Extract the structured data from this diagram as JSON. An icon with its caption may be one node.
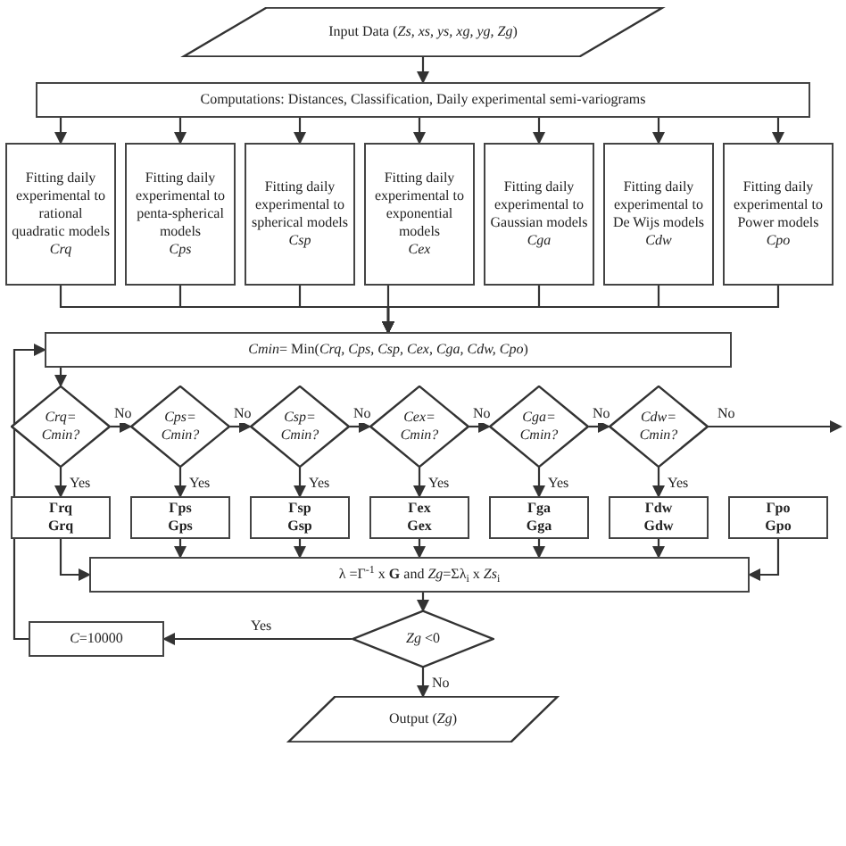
{
  "diagram": {
    "nodes": [
      {
        "text": [
          "Input Data (*Zs, xs, ys, xg, yg, Zg*)"
        ]
      },
      {
        "text": [
          "Computations: Distances, Classification, Daily experimental semi-variograms"
        ]
      },
      {
        "text": [
          "Fitting daily experimental to rational quadratic models",
          "Crq"
        ]
      },
      {
        "text": [
          "Fitting daily experimental to penta-spherical models",
          "Cps"
        ]
      },
      {
        "text": [
          "Fitting daily experimental to spherical models",
          "Csp"
        ]
      },
      {
        "text": [
          "Fitting daily experimental to exponential models",
          "Cex"
        ]
      },
      {
        "text": [
          "Fitting daily experimental to Gaussian models",
          "Cga"
        ]
      },
      {
        "text": [
          "Fitting daily experimental to De Wijs models",
          "Cdw"
        ]
      },
      {
        "text": [
          "Fitting daily experimental to Power models",
          "Cpo"
        ]
      },
      {
        "text": [
          "*Cmin*= Min(*Crq, Cps, Csp, Cex, Cga, Cdw, Cpo*)"
        ]
      },
      {
        "text": [
          "Crq= Cmin?"
        ]
      },
      {
        "text": [
          "Cps= Cmin?"
        ]
      },
      {
        "text": [
          "Csp= Cmin?"
        ]
      },
      {
        "text": [
          "Cex= Cmin?"
        ]
      },
      {
        "text": [
          "Cga= Cmin?"
        ]
      },
      {
        "text": [
          "Cdw= Cmin?"
        ]
      },
      {
        "text": [
          "Γrq",
          "Grq"
        ]
      },
      {
        "text": [
          "Γps",
          "Gps"
        ]
      },
      {
        "text": [
          "Γsp",
          "Gsp"
        ]
      },
      {
        "text": [
          "Γex",
          "Gex"
        ]
      },
      {
        "text": [
          "Γga",
          "Gga"
        ]
      },
      {
        "text": [
          "Γdw",
          "Gdw"
        ]
      },
      {
        "text": [
          "Γpo",
          "Gpo"
        ]
      },
      {
        "text": [
          "λ =Γ$^{-1}$ x **G** and *Zg*=Σλ$_{i}$ x *Zs*$_{i}$"
        ]
      },
      {
        "text": [
          "*Zg* <0"
        ]
      },
      {
        "text": [
          "*C*=10000"
        ]
      },
      {
        "text": [
          "Output (*Zg*)"
        ]
      }
    ],
    "edges": [
      {
        "from": 0,
        "to": 1,
        "arrow": "to"
      },
      {
        "from": 1,
        "to": 2,
        "arrow": "to"
      },
      {
        "from": 1,
        "to": 3,
        "arrow": "to"
      },
      {
        "from": 1,
        "to": 4,
        "arrow": "to"
      },
      {
        "from": 1,
        "to": 5,
        "arrow": "to"
      },
      {
        "from": 1,
        "to": 6,
        "arrow": "to"
      },
      {
        "from": 1,
        "to": 7,
        "arrow": "to"
      },
      {
        "from": 1,
        "to": 8,
        "arrow": "to"
      },
      {
        "from": 2,
        "to": 9,
        "arrow": "to"
      },
      {
        "from": 3,
        "to": 9,
        "arrow": "to"
      },
      {
        "from": 4,
        "to": 9,
        "arrow": "to"
      },
      {
        "from": 5,
        "to": 9,
        "arrow": "to"
      },
      {
        "from": 6,
        "to": 9,
        "arrow": "to"
      },
      {
        "from": 7,
        "to": 9,
        "arrow": "to"
      },
      {
        "from": 8,
        "to": 9,
        "arrow": "to"
      },
      {
        "from": 9,
        "to": 10,
        "arrow": "to"
      },
      {
        "from": 10,
        "to": 11,
        "arrow": "to",
        "label": "No"
      },
      {
        "from": 11,
        "to": 12,
        "arrow": "to",
        "label": "No"
      },
      {
        "from": 12,
        "to": 13,
        "arrow": "to",
        "label": "No"
      },
      {
        "from": 13,
        "to": 14,
        "arrow": "to",
        "label": "No"
      },
      {
        "from": 14,
        "to": 15,
        "arrow": "to",
        "label": "No"
      },
      {
        "from": 15,
        "to": null,
        "arrow": "to",
        "label": "No"
      },
      {
        "from": 10,
        "to": 16,
        "arrow": "to",
        "label": "Yes"
      },
      {
        "from": 11,
        "to": 17,
        "arrow": "to",
        "label": "Yes"
      },
      {
        "from": 12,
        "to": 18,
        "arrow": "to",
        "label": "Yes"
      },
      {
        "from": 13,
        "to": 19,
        "arrow": "to",
        "label": "Yes"
      },
      {
        "from": 14,
        "to": 20,
        "arrow": "to",
        "label": "Yes"
      },
      {
        "from": 15,
        "to": 21,
        "arrow": "to",
        "label": "Yes"
      },
      {
        "from": 16,
        "to": 23,
        "arrow": "to"
      },
      {
        "from": 17,
        "to": 23,
        "arrow": "to"
      },
      {
        "from": 18,
        "to": 23,
        "arrow": "to"
      },
      {
        "from": 19,
        "to": 23,
        "arrow": "to"
      },
      {
        "from": 20,
        "to": 23,
        "arrow": "to"
      },
      {
        "from": 21,
        "to": 23,
        "arrow": "to"
      },
      {
        "from": 22,
        "to": 23,
        "arrow": "to"
      },
      {
        "from": 23,
        "to": 24,
        "arrow": "to"
      },
      {
        "from": 24,
        "to": 25,
        "arrow": "to",
        "label": "Yes"
      },
      {
        "from": 24,
        "to": 26,
        "arrow": "to",
        "label": "No"
      },
      {
        "from": 25,
        "to": 9,
        "arrow": "to"
      }
    ]
  }
}
